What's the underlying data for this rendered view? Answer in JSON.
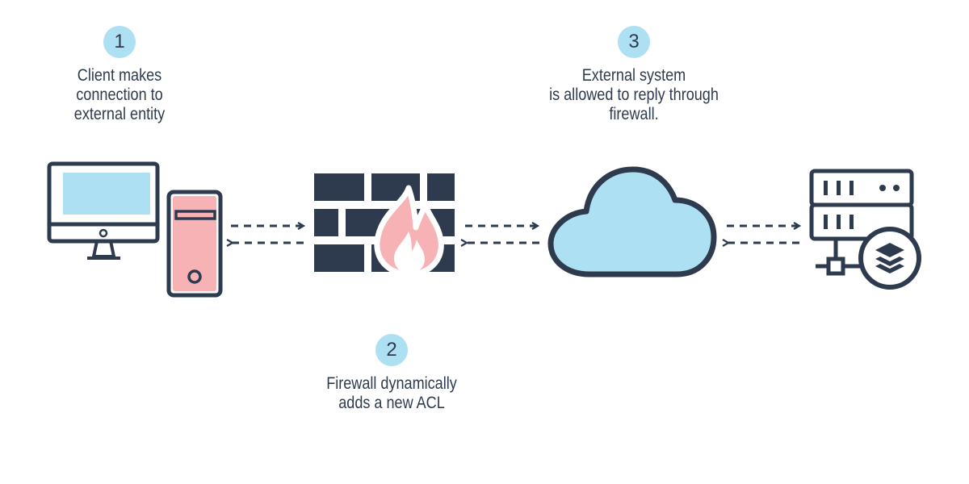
{
  "steps": [
    {
      "number": "1",
      "lines": [
        "Client makes",
        "connection to",
        "external entity"
      ]
    },
    {
      "number": "2",
      "lines": [
        "Firewall dynamically",
        "adds a new ACL"
      ]
    },
    {
      "number": "3",
      "lines": [
        "External system",
        "is allowed to reply through",
        "firewall."
      ]
    }
  ],
  "colors": {
    "outline": "#2e3b4e",
    "screen": "#aee0f3",
    "tower": "#f6b2b5",
    "cloud": "#aee0f3",
    "flame": "#f6b2b5",
    "background": "#ffffff"
  },
  "icons": [
    "desktop-computer-icon",
    "firewall-icon",
    "cloud-icon",
    "server-icon",
    "layers-icon"
  ]
}
